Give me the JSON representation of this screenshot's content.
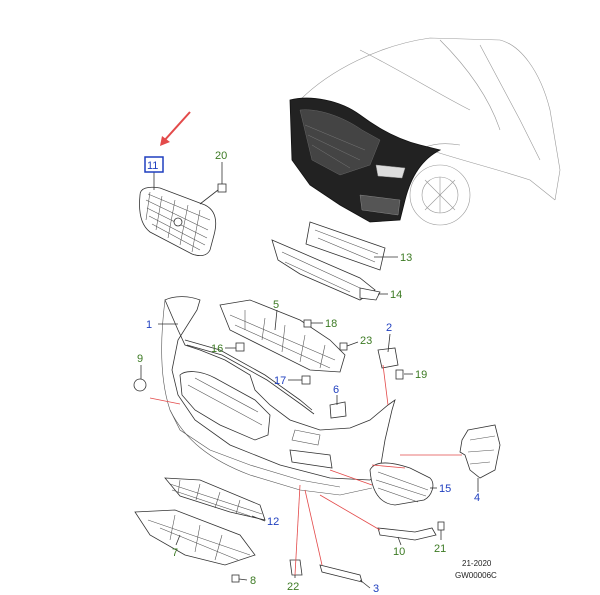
{
  "diagram": {
    "reference_code": "21-2020",
    "drawing_code": "GW00006C",
    "highlighted_part": "11",
    "colors": {
      "highlight_box": "#1f3fbf",
      "arrow": "#e34a4a",
      "blue_labels": "#1f3fbf",
      "green_labels": "#3c7a23",
      "leader_red": "#e34a4a"
    },
    "labels": [
      {
        "id": "11",
        "text": "11",
        "color": "blue"
      },
      {
        "id": "20",
        "text": "20",
        "color": "green"
      },
      {
        "id": "13",
        "text": "13",
        "color": "green"
      },
      {
        "id": "14",
        "text": "14",
        "color": "green"
      },
      {
        "id": "1",
        "text": "1",
        "color": "blue"
      },
      {
        "id": "5",
        "text": "5",
        "color": "green"
      },
      {
        "id": "18",
        "text": "18",
        "color": "green"
      },
      {
        "id": "23",
        "text": "23",
        "color": "green"
      },
      {
        "id": "2",
        "text": "2",
        "color": "blue"
      },
      {
        "id": "9",
        "text": "9",
        "color": "green"
      },
      {
        "id": "16",
        "text": "16",
        "color": "green"
      },
      {
        "id": "19",
        "text": "19",
        "color": "green"
      },
      {
        "id": "17",
        "text": "17",
        "color": "blue"
      },
      {
        "id": "6",
        "text": "6",
        "color": "blue"
      },
      {
        "id": "15",
        "text": "15",
        "color": "blue"
      },
      {
        "id": "4",
        "text": "4",
        "color": "blue"
      },
      {
        "id": "12",
        "text": "12",
        "color": "blue"
      },
      {
        "id": "7",
        "text": "7",
        "color": "green"
      },
      {
        "id": "10",
        "text": "10",
        "color": "green"
      },
      {
        "id": "21",
        "text": "21",
        "color": "green"
      },
      {
        "id": "8",
        "text": "8",
        "color": "green"
      },
      {
        "id": "22",
        "text": "22",
        "color": "green"
      },
      {
        "id": "3",
        "text": "3",
        "color": "blue"
      }
    ]
  }
}
